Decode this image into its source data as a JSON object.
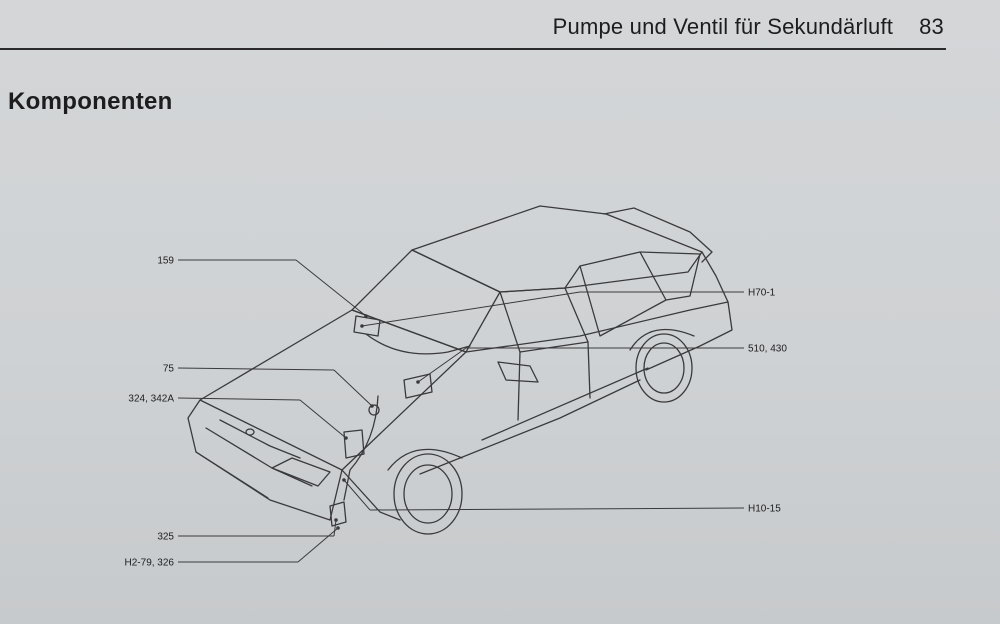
{
  "header": {
    "running_title": "Pumpe und Ventil für Sekundärluft",
    "page_number": "83"
  },
  "section": {
    "title": "Komponenten"
  },
  "figure": {
    "callouts": [
      "159",
      "75",
      "324, 342A",
      "325",
      "H2-79, 326",
      "H70-1",
      "510, 430",
      "H10-15"
    ]
  }
}
